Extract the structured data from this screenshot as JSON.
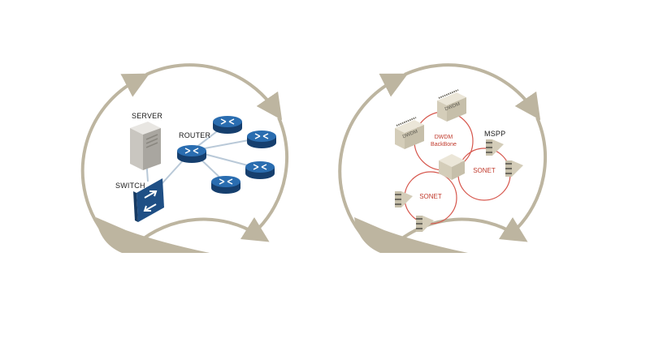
{
  "left_diagram": {
    "labels": {
      "server": "SERVER",
      "router": "ROUTER",
      "switch": "SWITCH"
    }
  },
  "right_diagram": {
    "labels": {
      "mspp": "MSPP",
      "dwdm_box_1": "DWDM",
      "dwdm_box_2": "DWDM",
      "backbone_line1": "DWDM",
      "backbone_line2": "BackBone",
      "sonet_left": "SONET",
      "sonet_right": "SONET"
    }
  },
  "colors": {
    "cycle_arrow": "#bdb5a0",
    "router_blue": "#1f5c9c",
    "ring_red": "#d6564c",
    "device_grey": "#d9d3c2"
  }
}
